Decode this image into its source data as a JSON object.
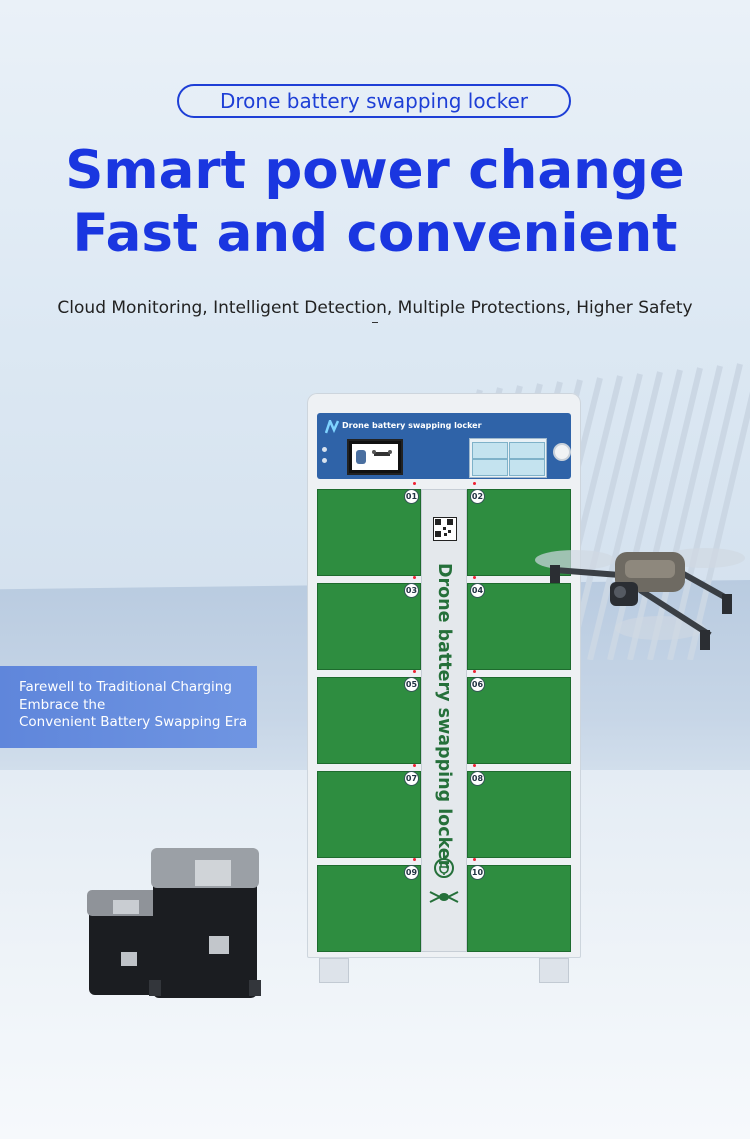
{
  "badge": {
    "label": "Drone battery swapping locker"
  },
  "headline": {
    "line1": "Smart power change",
    "line2": "Fast and convenient"
  },
  "subline": "Cloud Monitoring, Intelligent Detection, Multiple Protections, Higher Safety",
  "side_banner": {
    "line1": "Farewell to Traditional Charging",
    "line2": "Embrace the",
    "line3": "Convenient Battery Swapping Era"
  },
  "locker": {
    "panel_title": "Drone battery swapping locker",
    "strip_text": "Drone battery swapping locker",
    "doors": [
      "01",
      "02",
      "03",
      "04",
      "05",
      "06",
      "07",
      "08",
      "09",
      "10"
    ]
  },
  "colors": {
    "accent": "#1a36e0",
    "banner": "#6a8fdf",
    "locker_green": "#2e8d40",
    "panel_blue": "#2f63a8"
  }
}
